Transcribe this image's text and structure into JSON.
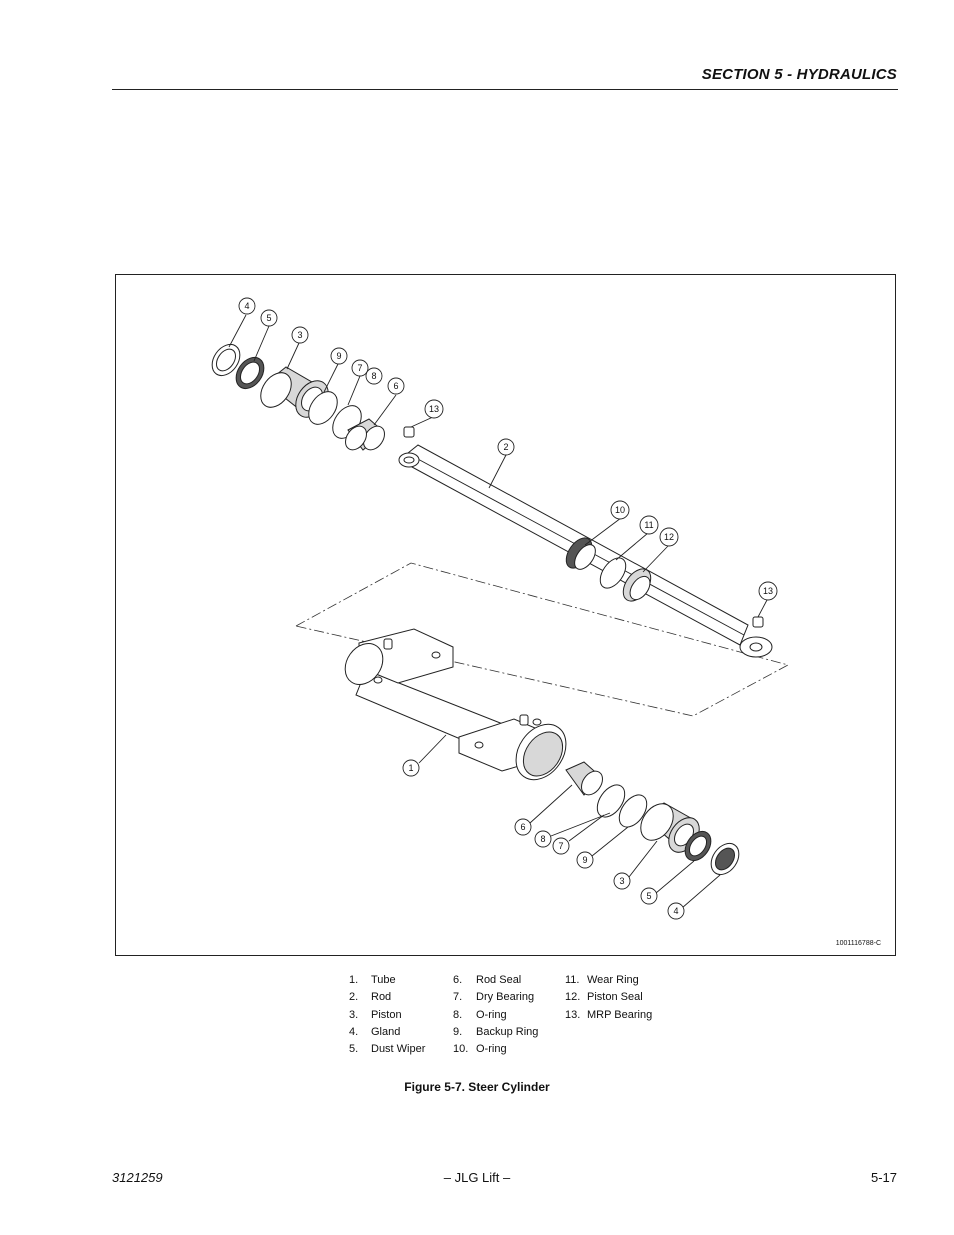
{
  "header": {
    "section_title": "SECTION 5 - HYDRAULICS"
  },
  "figure": {
    "drawing_id": "1001116788-C",
    "caption": "Figure 5-7.  Steer Cylinder",
    "callouts_upper": [
      "4",
      "5",
      "3",
      "9",
      "7",
      "8",
      "6",
      "13",
      "2",
      "10",
      "11",
      "12",
      "13"
    ],
    "callouts_lower": [
      "1",
      "6",
      "8",
      "7",
      "9",
      "3",
      "5",
      "4"
    ]
  },
  "legend": {
    "col1": [
      {
        "num": "1.",
        "label": "Tube"
      },
      {
        "num": "2.",
        "label": "Rod"
      },
      {
        "num": "3.",
        "label": "Piston"
      },
      {
        "num": "4.",
        "label": "Gland"
      },
      {
        "num": "5.",
        "label": "Dust Wiper"
      }
    ],
    "col2": [
      {
        "num": "6.",
        "label": "Rod Seal"
      },
      {
        "num": "7.",
        "label": "Dry Bearing"
      },
      {
        "num": "8.",
        "label": "O-ring"
      },
      {
        "num": "9.",
        "label": "Backup Ring"
      },
      {
        "num": "10.",
        "label": "O-ring"
      }
    ],
    "col3": [
      {
        "num": "11.",
        "label": "Wear Ring"
      },
      {
        "num": "12.",
        "label": "Piston Seal"
      },
      {
        "num": "13.",
        "label": "MRP Bearing"
      }
    ]
  },
  "footer": {
    "doc_number": "3121259",
    "center": "– JLG Lift –",
    "page": "5-17"
  }
}
